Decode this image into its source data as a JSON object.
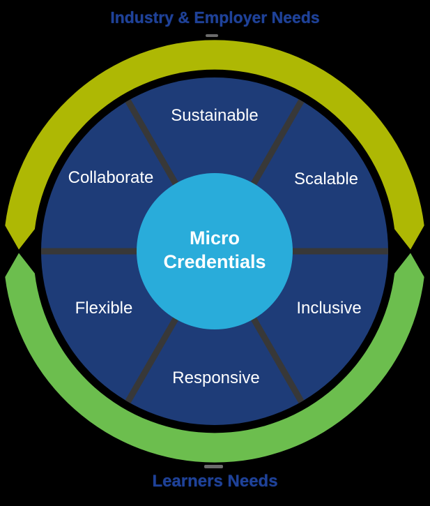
{
  "titles": {
    "top": "Industry & Employer Needs",
    "bottom": "Learners Needs"
  },
  "center": {
    "line1": "Micro",
    "line2": "Credentials"
  },
  "segments": [
    {
      "label": "Sustainable"
    },
    {
      "label": "Scalable"
    },
    {
      "label": "Inclusive"
    },
    {
      "label": "Responsive"
    },
    {
      "label": "Flexible"
    },
    {
      "label": "Collaborate"
    }
  ],
  "colors": {
    "background": "#000000",
    "wheel": "#1E3C78",
    "center_circle": "#29ACDA",
    "divider": "#383838",
    "industry_arc": "#AEB804",
    "learners_arc": "#6CBE4E",
    "title_text": "#1F4299",
    "label_text": "#FFFFFF"
  }
}
